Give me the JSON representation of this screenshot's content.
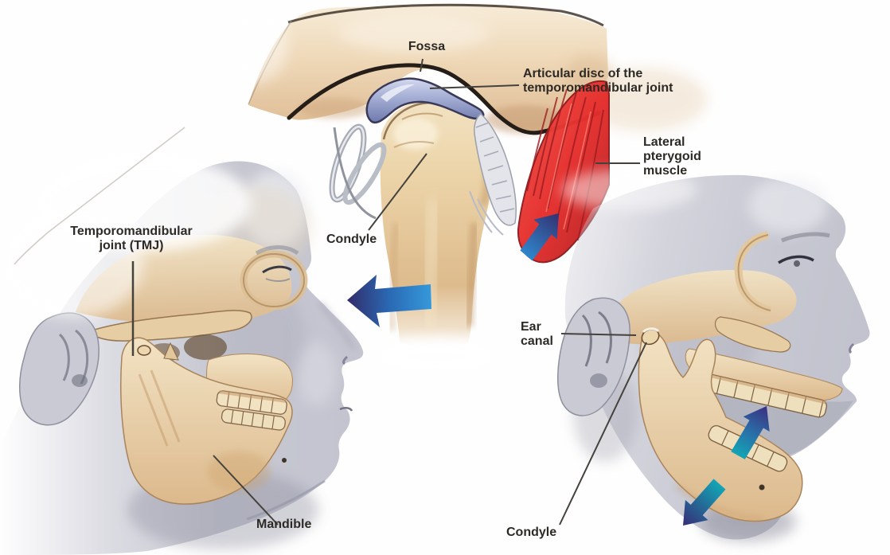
{
  "diagram": {
    "panels": {
      "joint_closeup": {
        "labels": {
          "fossa": "Fossa",
          "articular_disc": {
            "l1": "Articular disc of the",
            "l2": "temporomandibular joint"
          },
          "lateral_pterygoid": {
            "l1": "Lateral",
            "l2": "pterygoid",
            "l3": "muscle"
          },
          "condyle": "Condyle"
        },
        "movement_arrows": [
          {
            "location": "below condyle",
            "direction": "left"
          },
          {
            "location": "at lateral pterygoid muscle",
            "direction": "up-right"
          }
        ]
      },
      "closed_jaw_view": {
        "labels": {
          "tmj": {
            "l1": "Temporomandibular",
            "l2": "joint (TMJ)"
          },
          "mandible": "Mandible"
        }
      },
      "open_jaw_view": {
        "labels": {
          "ear_canal": {
            "l1": "Ear",
            "l2": "canal"
          },
          "condyle": "Condyle"
        },
        "movement_arrows": [
          {
            "location": "at lower teeth",
            "direction": "up-right"
          },
          {
            "location": "below chin",
            "direction": "down-left"
          }
        ]
      }
    },
    "colors": {
      "background": "#fefefe",
      "label_text": "#2d2a26",
      "leader_line": "#45423d",
      "bone": "#e9d0a7",
      "bone_outline": "#6d4f31",
      "skin_band": "#ecd3b4",
      "face_gray": "#c6c7d1",
      "face_gray_shadow": "#9697a5",
      "disc_blue": "#8d97c4",
      "muscle_red": "#e63431",
      "capsule_gray": "#e3e4e8",
      "arrow_blue": "#2e86c9",
      "arrow_teal": "#14a3b5",
      "arrow_navy": "#332e6e"
    }
  }
}
